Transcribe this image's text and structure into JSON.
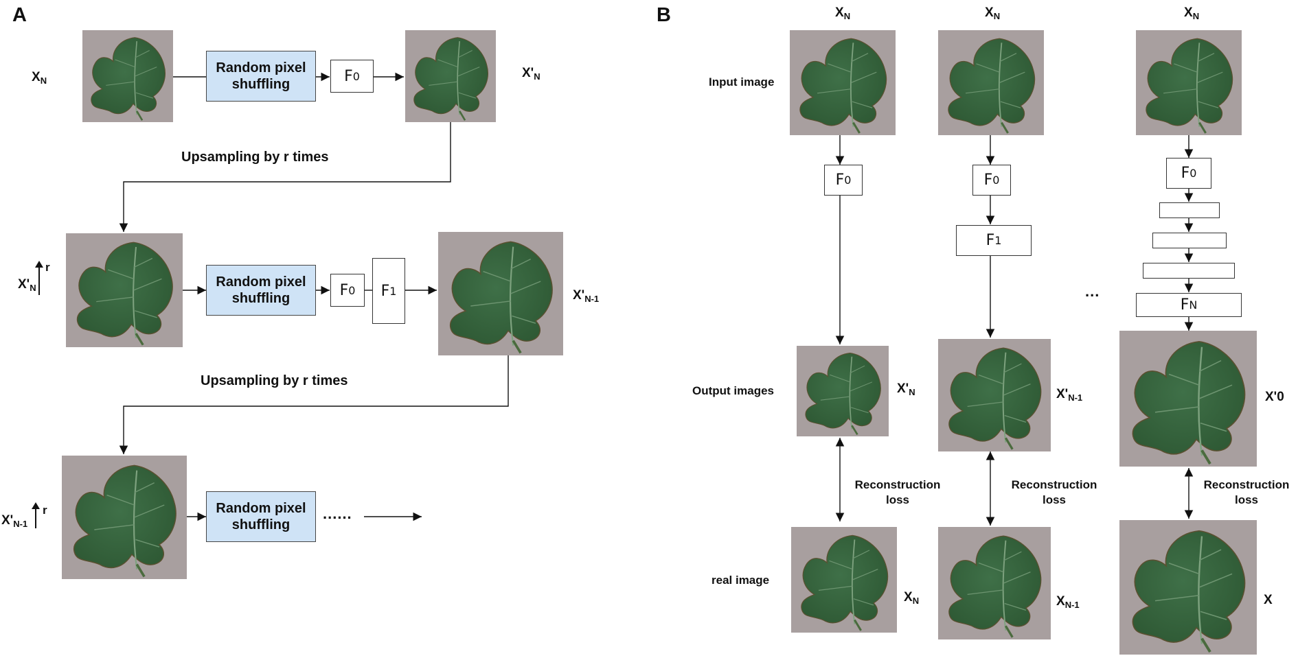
{
  "panel_a": {
    "letter": "A",
    "row1": {
      "input_main": "X",
      "input_sub": "N",
      "shuffle_line1": "Random pixel",
      "shuffle_line2": "shuffling",
      "f0_main": "F",
      "f0_sub": "0",
      "output_main": "X'",
      "output_sub": "N"
    },
    "upsample_1": "Upsampling by r times",
    "row2": {
      "input_main": "X'",
      "input_sub": "N",
      "input_sup": "r",
      "shuffle_line1": "Random pixel",
      "shuffle_line2": "shuffling",
      "f0_main": "F",
      "f0_sub": "0",
      "f1_main": "F",
      "f1_sub": "1",
      "output_main": "X'",
      "output_sub": "N-1"
    },
    "upsample_2": "Upsampling by r times",
    "row3": {
      "input_main": "X'",
      "input_sub": "N-1",
      "input_sup": "r",
      "shuffle_line1": "Random pixel",
      "shuffle_line2": "shuffling",
      "continuation": "......"
    }
  },
  "panel_b": {
    "letter": "B",
    "row_labels": {
      "input": "Input image",
      "output": "Output images",
      "real": "real image"
    },
    "between_columns": "...",
    "col1": {
      "top_main": "X",
      "top_sub": "N",
      "f0_main": "F",
      "f0_sub": "0",
      "output_main": "X'",
      "output_sub": "N",
      "loss_line1": "Reconstruction",
      "loss_line2": "loss",
      "real_main": "X",
      "real_sub": "N"
    },
    "col2": {
      "top_main": "X",
      "top_sub": "N",
      "f0_main": "F",
      "f0_sub": "0",
      "f1_main": "F",
      "f1_sub": "1",
      "output_main": "X'",
      "output_sub": "N-1",
      "loss_line1": "Reconstruction",
      "loss_line2": "loss",
      "real_main": "X",
      "real_sub": "N-1"
    },
    "col3": {
      "top_main": "X",
      "top_sub": "N",
      "f0_main": "F",
      "f0_sub": "0",
      "fn_main": "F",
      "fn_sub": "N",
      "output_main": "X'0",
      "loss_line1": "Reconstruction",
      "loss_line2": "loss",
      "real_main": "X"
    }
  },
  "colors": {
    "shuffle_fill": "#cfe3f6",
    "leaf_dark": "#2f5a35",
    "leaf_mid": "#3f7048",
    "background_photo": "#a89f9f"
  }
}
